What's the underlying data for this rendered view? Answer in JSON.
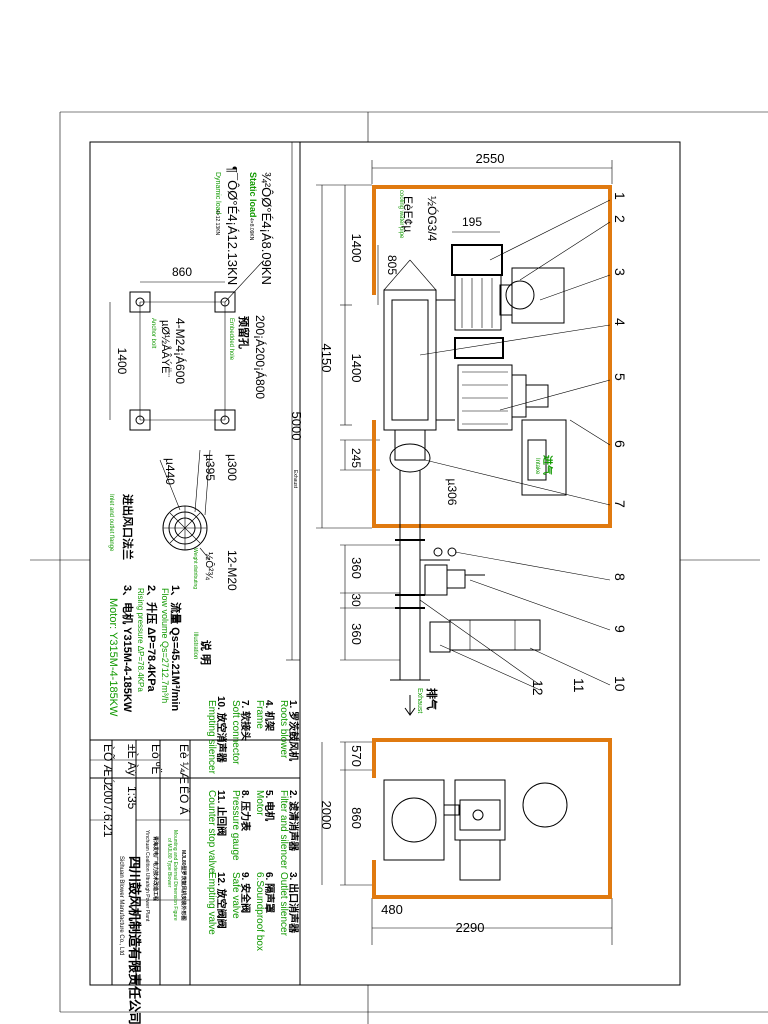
{
  "dimensions": {
    "box_width": "2550",
    "total_length": "5000",
    "d4150": "4150",
    "d1400a": "1400",
    "d1400b": "1400",
    "d805": "805",
    "d195": "195",
    "d245": "245",
    "d306": "µ306",
    "d360a": "360",
    "d30": "30",
    "d360b": "360",
    "d570": "570",
    "d860": "860",
    "d2000": "2000",
    "d480": "480",
    "d2290": "2290"
  },
  "labels": {
    "eec": "EèE¢µ",
    "degree_top": "½ÓG3/4",
    "cooling": "cooling water pipe",
    "static_load_val": "¾²ÔØ°É4¡Á8.09KN",
    "static_load_en": "Static load",
    "static_kn": "4×8.09KN",
    "dynamic_load_val": "¶¯ÔØ°É4¡Á12.13KN",
    "dynamic_load_en": "Dynamic load",
    "dynamic_kn": "4×12.13KN",
    "reserve_hole": "预留孔",
    "embedded_en": "Embedded hole",
    "hole_size": "200¡Á200¡Á800",
    "bolt_spec": "4-M24¡Á600",
    "bolt_cn": "µØ½ÅÂÝË¨",
    "anchor_en": "Anchor bolt",
    "foot_w": "860",
    "foot_h": "1400",
    "flange_d300": "µ300",
    "flange_d395": "µ395",
    "flange_d440": "µ440",
    "flange_bolts": "12-M20",
    "flange_angle": "½Ô²¾",
    "flange_title_cn": "进出风口法兰",
    "flange_title_en": "Inlet and outlet flange",
    "unit_note": "Unit:mm",
    "weight_note": "Weight distributing",
    "upper_small": "Exhaust",
    "exhaust_cn": "排气",
    "exhaust_en": "Exhaust",
    "intake_cn": "进气",
    "intake_en": "Intake"
  },
  "callouts": [
    "1",
    "2",
    "3",
    "4",
    "5",
    "6",
    "7",
    "8",
    "9",
    "10",
    "11",
    "12"
  ],
  "parts": {
    "heading": "说  明",
    "heading_en": "Illustration",
    "l1": "1. 罗茨鼓风机",
    "l1en": "Roots blower",
    "l2": "2. 滤清消声器",
    "l2en": "Filter and silencer",
    "l3": "3. 出口消声器",
    "l3en": "Outlet silencer",
    "l4": "4. 机架",
    "l4en": "Frame",
    "l5": "5. 电机",
    "l5en": "Motor",
    "l6": "6. 隔声罩",
    "l6en": "6.Soundproof box",
    "l7": "7. 软接头",
    "l7en": "Soft connector",
    "l8": "8. 压力表",
    "l8en": "Pressure gauge",
    "l9": "9. 安全阀",
    "l9en": "Safe valve",
    "l10": "10. 放空消声器",
    "l10en": "Empting silencer",
    "l11": "11. 止回阀",
    "l11en": "Counter stop valve",
    "l12": "12. 放空阀阀",
    "l12en": "Empting valve"
  },
  "specs": {
    "s1": "1、流量  Qs=45.21M³/min",
    "s1en": "Flow volume Qs=2712.7m³/h",
    "s2": "2、升压  ΔP=78.4KPa",
    "s2en": "Rising pressure ΔP=78.4KPa",
    "s3": "3、电机  Y315M-4-185KW",
    "s3en": "Motor:  Y315M-4-185KW"
  },
  "title_block": {
    "r1a": "Eè ¼Æ",
    "r1b": "ÊÓ  Ã",
    "r2a": "Eó ºË",
    "r2b": "±È  Àý",
    "r2c": "1:35",
    "r3a": "ÈÕ  ÆÚ",
    "r3b": "2007.6.21",
    "drawing_name_cn": "MJL80型罗茨鼓风机安装外形图",
    "drawing_name_en1": "Mounting and External Dimension Figure",
    "drawing_name_en2": "of MJL80 Type Blower",
    "project_cn": "青海发电厂电力技术改造工程",
    "project_en": "Yinchuan Coalition Ultrahigh Power Plant",
    "company_cn": "四川鼓风机制造有限责任公司",
    "company_en": "Sichuan Blower Manufacture Co., Ltd"
  }
}
